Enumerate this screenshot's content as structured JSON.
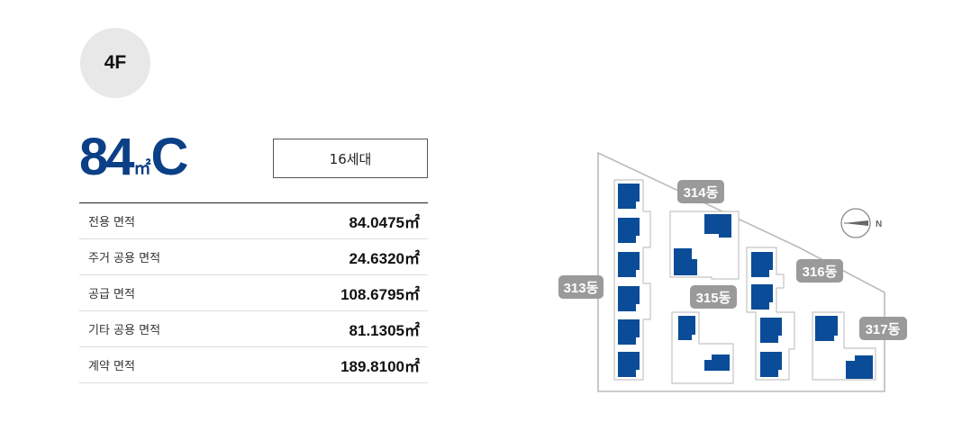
{
  "floor": {
    "label": "4F"
  },
  "unit_type": {
    "size": "84",
    "unit": "㎡",
    "letter": "C"
  },
  "households": {
    "label": "16세대"
  },
  "area_table": {
    "rows": [
      {
        "label": "전용 면적",
        "value": "84.0475㎡"
      },
      {
        "label": "주거 공용 면적",
        "value": "24.6320㎡"
      },
      {
        "label": "공급 면적",
        "value": "108.6795㎡"
      },
      {
        "label": "기타 공용 면적",
        "value": "81.1305㎡"
      },
      {
        "label": "계약 면적",
        "value": "189.8100㎡"
      }
    ]
  },
  "site_map": {
    "buildings": [
      {
        "label": "313동"
      },
      {
        "label": "314동"
      },
      {
        "label": "315동"
      },
      {
        "label": "316동"
      },
      {
        "label": "317동"
      }
    ],
    "compass": {
      "label": "N"
    },
    "colors": {
      "highlight": "#0a4c97",
      "tag": "#999999",
      "outline": "#bbbbbb"
    }
  }
}
